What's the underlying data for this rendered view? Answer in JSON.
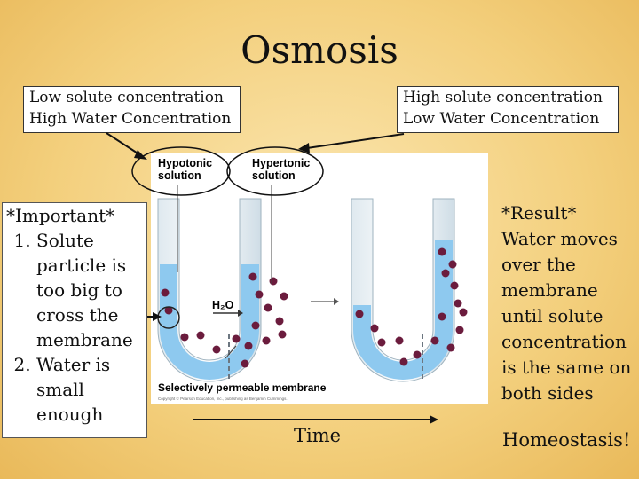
{
  "title": "Osmosis",
  "low_box": {
    "line1": "Low solute concentration",
    "line2": "High Water Concentration"
  },
  "high_box": {
    "line1": "High solute concentration",
    "line2": "Low Water Concentration"
  },
  "important": {
    "header": "*Important*",
    "items": [
      "Solute particle is too big to cross the membrane",
      "Water is small enough"
    ]
  },
  "result": {
    "header": "*Result*",
    "text": "Water moves over the membrane until solute concentration is the same on both sides"
  },
  "time_label": "Time",
  "homeostasis_label": "Homeostasis!",
  "figure": {
    "hypotonic_label_1": "Hypotonic",
    "hypotonic_label_2": "solution",
    "hypertonic_label_1": "Hypertonic",
    "hypertonic_label_2": "solution",
    "water_label": "H₂O",
    "membrane_label": "Selectively permeable membrane",
    "copyright": "Copyright © Pearson Education, Inc., publishing as Benjamin Cummings."
  },
  "colors": {
    "water": "#8ec9ef",
    "solute": "#6b1c3d",
    "background": "#f3cf7c"
  }
}
